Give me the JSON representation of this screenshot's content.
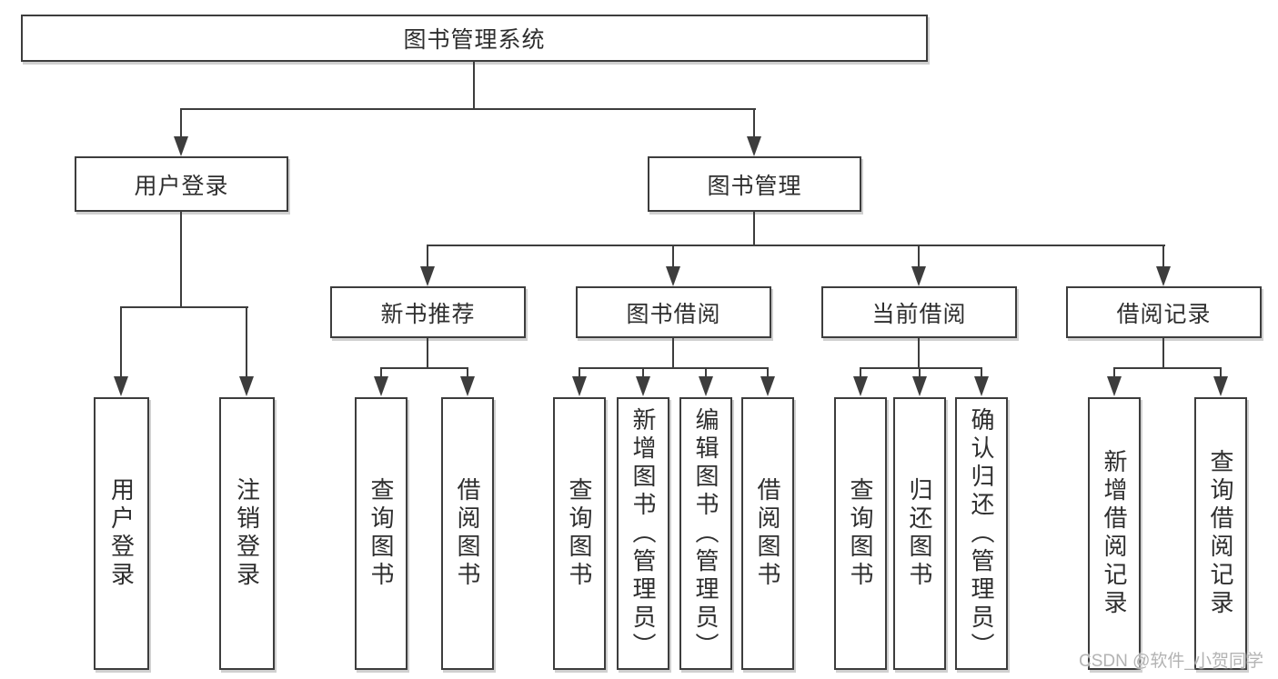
{
  "diagram": {
    "root": {
      "label": "图书管理系统"
    },
    "branches": [
      {
        "label": "用户登录",
        "leaves": [
          {
            "label": "用户登录"
          },
          {
            "label": "注销登录"
          }
        ]
      },
      {
        "label": "图书管理",
        "sections": [
          {
            "label": "新书推荐",
            "leaves": [
              {
                "label": "查询图书"
              },
              {
                "label": "借阅图书"
              }
            ]
          },
          {
            "label": "图书借阅",
            "leaves": [
              {
                "label": "查询图书"
              },
              {
                "label": "新增图书（管理员）"
              },
              {
                "label": "编辑图书（管理员）"
              },
              {
                "label": "借阅图书"
              }
            ]
          },
          {
            "label": "当前借阅",
            "leaves": [
              {
                "label": "查询图书"
              },
              {
                "label": "归还图书"
              },
              {
                "label": "确认归还（管理员）"
              }
            ]
          },
          {
            "label": "借阅记录",
            "leaves": [
              {
                "label": "新增借阅记录"
              },
              {
                "label": "查询借阅记录"
              }
            ]
          }
        ]
      }
    ]
  },
  "watermark": {
    "text": "CSDN @软件_小贺同学"
  },
  "colors": {
    "line": "#3d3d3d",
    "text": "#2e2e2e",
    "background": "#ffffff",
    "watermark": "#b3b3b3"
  }
}
